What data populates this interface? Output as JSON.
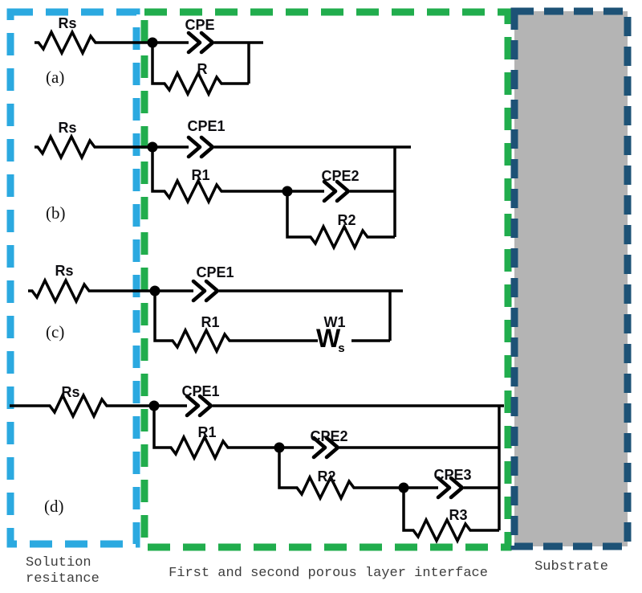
{
  "regions": {
    "solution": {
      "caption_line1": "Solution",
      "caption_line2": "resitance"
    },
    "porous": {
      "caption": "First and second porous layer interface"
    },
    "substrate": {
      "caption": "Substrate"
    }
  },
  "circuits": {
    "a": {
      "tag": "(a)",
      "rs": "Rs",
      "cpe": "CPE",
      "r": "R"
    },
    "b": {
      "tag": "(b)",
      "rs": "Rs",
      "cpe1": "CPE1",
      "r1": "R1",
      "cpe2": "CPE2",
      "r2": "R2"
    },
    "c": {
      "tag": "(c)",
      "rs": "Rs",
      "cpe1": "CPE1",
      "r1": "R1",
      "w1": "W1",
      "warburg_glyph": "W",
      "warburg_sub": "s"
    },
    "d": {
      "tag": "(d)",
      "rs": "Rs",
      "cpe1": "CPE1",
      "r1": "R1",
      "cpe2": "CPE2",
      "r2": "R2",
      "cpe3": "CPE3",
      "r3": "R3"
    }
  },
  "colors": {
    "wire": "#000000",
    "label": "#0e0e12",
    "solution_border": "#2ba9e0",
    "porous_border": "#21ad4d",
    "substrate_border": "#1d5276",
    "substrate_fill": "#b4b4b4"
  }
}
